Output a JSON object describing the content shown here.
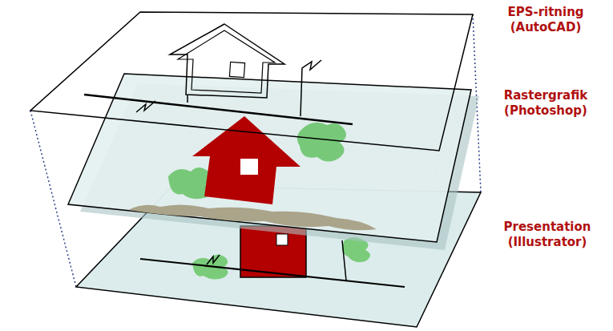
{
  "diagram": {
    "labels": [
      "EPS-ritning (AutoCAD)",
      "Rastergrafik (Photoshop)",
      "Presentation (Illustrator)"
    ]
  }
}
